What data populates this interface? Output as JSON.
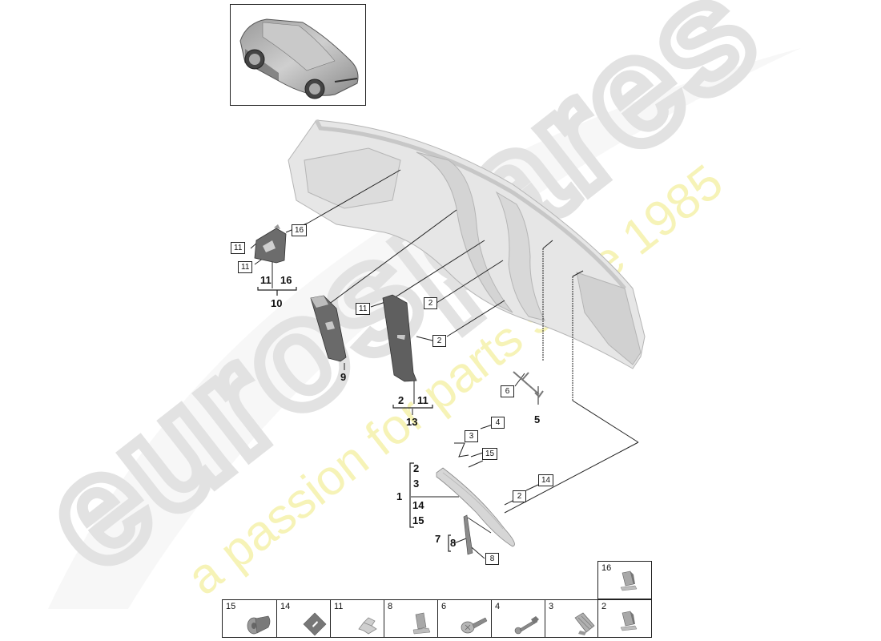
{
  "diagram": {
    "title_image": "vehicle-thumbnail",
    "colors": {
      "line": "#222222",
      "part_dark": "#6a6a6a",
      "body_light": "#e4e4e4",
      "watermark_grey": "#ececec",
      "watermark_yellow": "#f7f3b0"
    },
    "watermark": {
      "brand": "eurospares",
      "tagline": "a passion for parts since 1985"
    },
    "callouts": [
      {
        "id": "c16a",
        "label": "16"
      },
      {
        "id": "c11a",
        "label": "11"
      },
      {
        "id": "c11b",
        "label": "11"
      },
      {
        "id": "c11c",
        "label": "11"
      },
      {
        "id": "c2a",
        "label": "2"
      },
      {
        "id": "c2b",
        "label": "2"
      },
      {
        "id": "c6",
        "label": "6"
      },
      {
        "id": "c4",
        "label": "4"
      },
      {
        "id": "c3",
        "label": "3"
      },
      {
        "id": "c15",
        "label": "15"
      },
      {
        "id": "c14",
        "label": "14"
      },
      {
        "id": "c2c",
        "label": "2"
      },
      {
        "id": "c8",
        "label": "8"
      }
    ],
    "assemblies": {
      "a10": {
        "label": "10",
        "children": [
          "11",
          "16"
        ]
      },
      "a9": {
        "label": "9"
      },
      "a13": {
        "label": "13",
        "children": [
          "2",
          "11"
        ]
      },
      "a5": {
        "label": "5"
      },
      "a1": {
        "label": "1",
        "children": [
          "2",
          "3",
          "14",
          "15"
        ]
      },
      "a7": {
        "label": "7",
        "children": [
          "8"
        ]
      }
    }
  },
  "legend": {
    "top_row": [
      {
        "number": "16",
        "icon": "clip-icon"
      }
    ],
    "bottom_row": [
      {
        "number": "15",
        "icon": "rivet-nut-icon"
      },
      {
        "number": "14",
        "icon": "square-pad-icon"
      },
      {
        "number": "11",
        "icon": "spring-clip-icon"
      },
      {
        "number": "8",
        "icon": "clip-icon"
      },
      {
        "number": "6",
        "icon": "screw-icon"
      },
      {
        "number": "4",
        "icon": "stud-bolt-icon"
      },
      {
        "number": "3",
        "icon": "clip-nut-icon"
      },
      {
        "number": "2",
        "icon": "clip-icon"
      }
    ]
  }
}
